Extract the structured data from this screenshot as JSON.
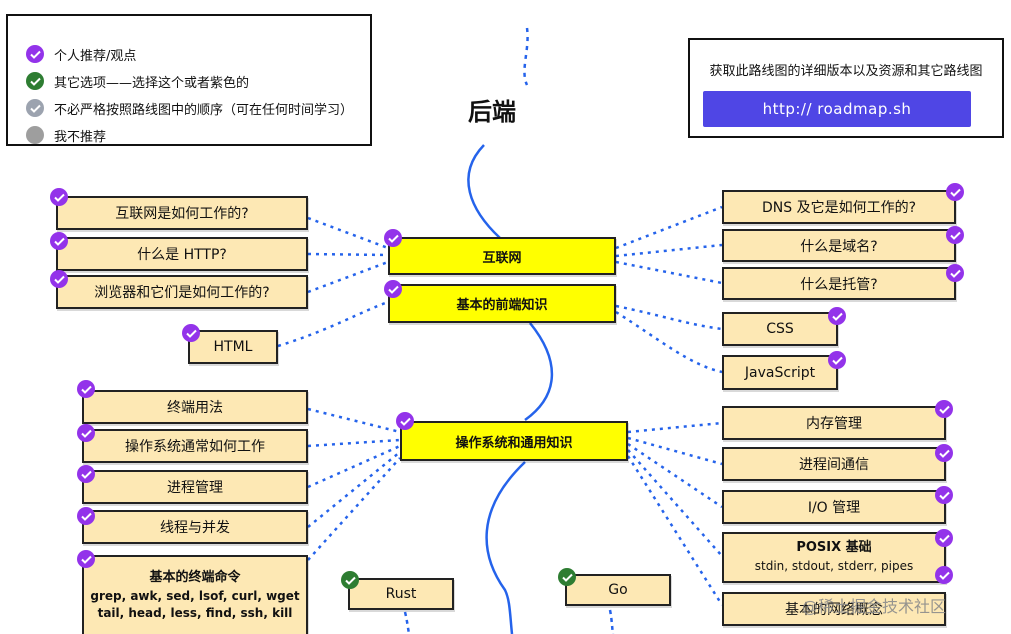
{
  "legend": {
    "items": [
      {
        "label": "个人推荐/观点",
        "color": "#9333ea"
      },
      {
        "label": "其它选项——选择这个或者紫色的",
        "color": "#2e7d32"
      },
      {
        "label": "不必严格按照路线图中的顺序（可在任何时间学习）",
        "color": "#9ca3af"
      },
      {
        "label": "我不推荐",
        "color": "#9e9e9e"
      }
    ]
  },
  "promo": {
    "text": "获取此路线图的详细版本以及资源和其它路线图",
    "button": "http:// roadmap.sh"
  },
  "title": "后端",
  "main_nodes": {
    "internet": "互联网",
    "frontend_basics": "基本的前端知识",
    "os": "操作系统和通用知识"
  },
  "internet_left": [
    "互联网是如何工作的?",
    "什么是 HTTP?",
    "浏览器和它们是如何工作的?"
  ],
  "internet_right": [
    "DNS 及它是如何工作的?",
    "什么是域名?",
    "什么是托管?"
  ],
  "frontend_items": {
    "html": "HTML",
    "css": "CSS",
    "javascript": "JavaScript"
  },
  "os_left": [
    "终端用法",
    "操作系统通常如何工作",
    "进程管理",
    "线程与并发"
  ],
  "terminal_commands": {
    "title": "基本的终端命令",
    "line1": "grep, awk, sed, lsof, curl, wget",
    "line2": "tail, head, less, find, ssh, kill"
  },
  "os_right": [
    "内存管理",
    "进程间通信",
    "I/O 管理"
  ],
  "posix": {
    "title": "POSIX 基础",
    "sub": "stdin, stdout, stderr, pipes"
  },
  "network": "基本的网络概念",
  "languages": {
    "rust": "Rust",
    "go": "Go"
  },
  "watermark": "@稀土掘金技术社区",
  "colors": {
    "recommended": "#9333ea",
    "alternative": "#2e7d32",
    "main_node": "#ffff00",
    "sub_node": "#fde8b4",
    "connector": "#2563eb",
    "promo_button": "#4f46e5"
  }
}
